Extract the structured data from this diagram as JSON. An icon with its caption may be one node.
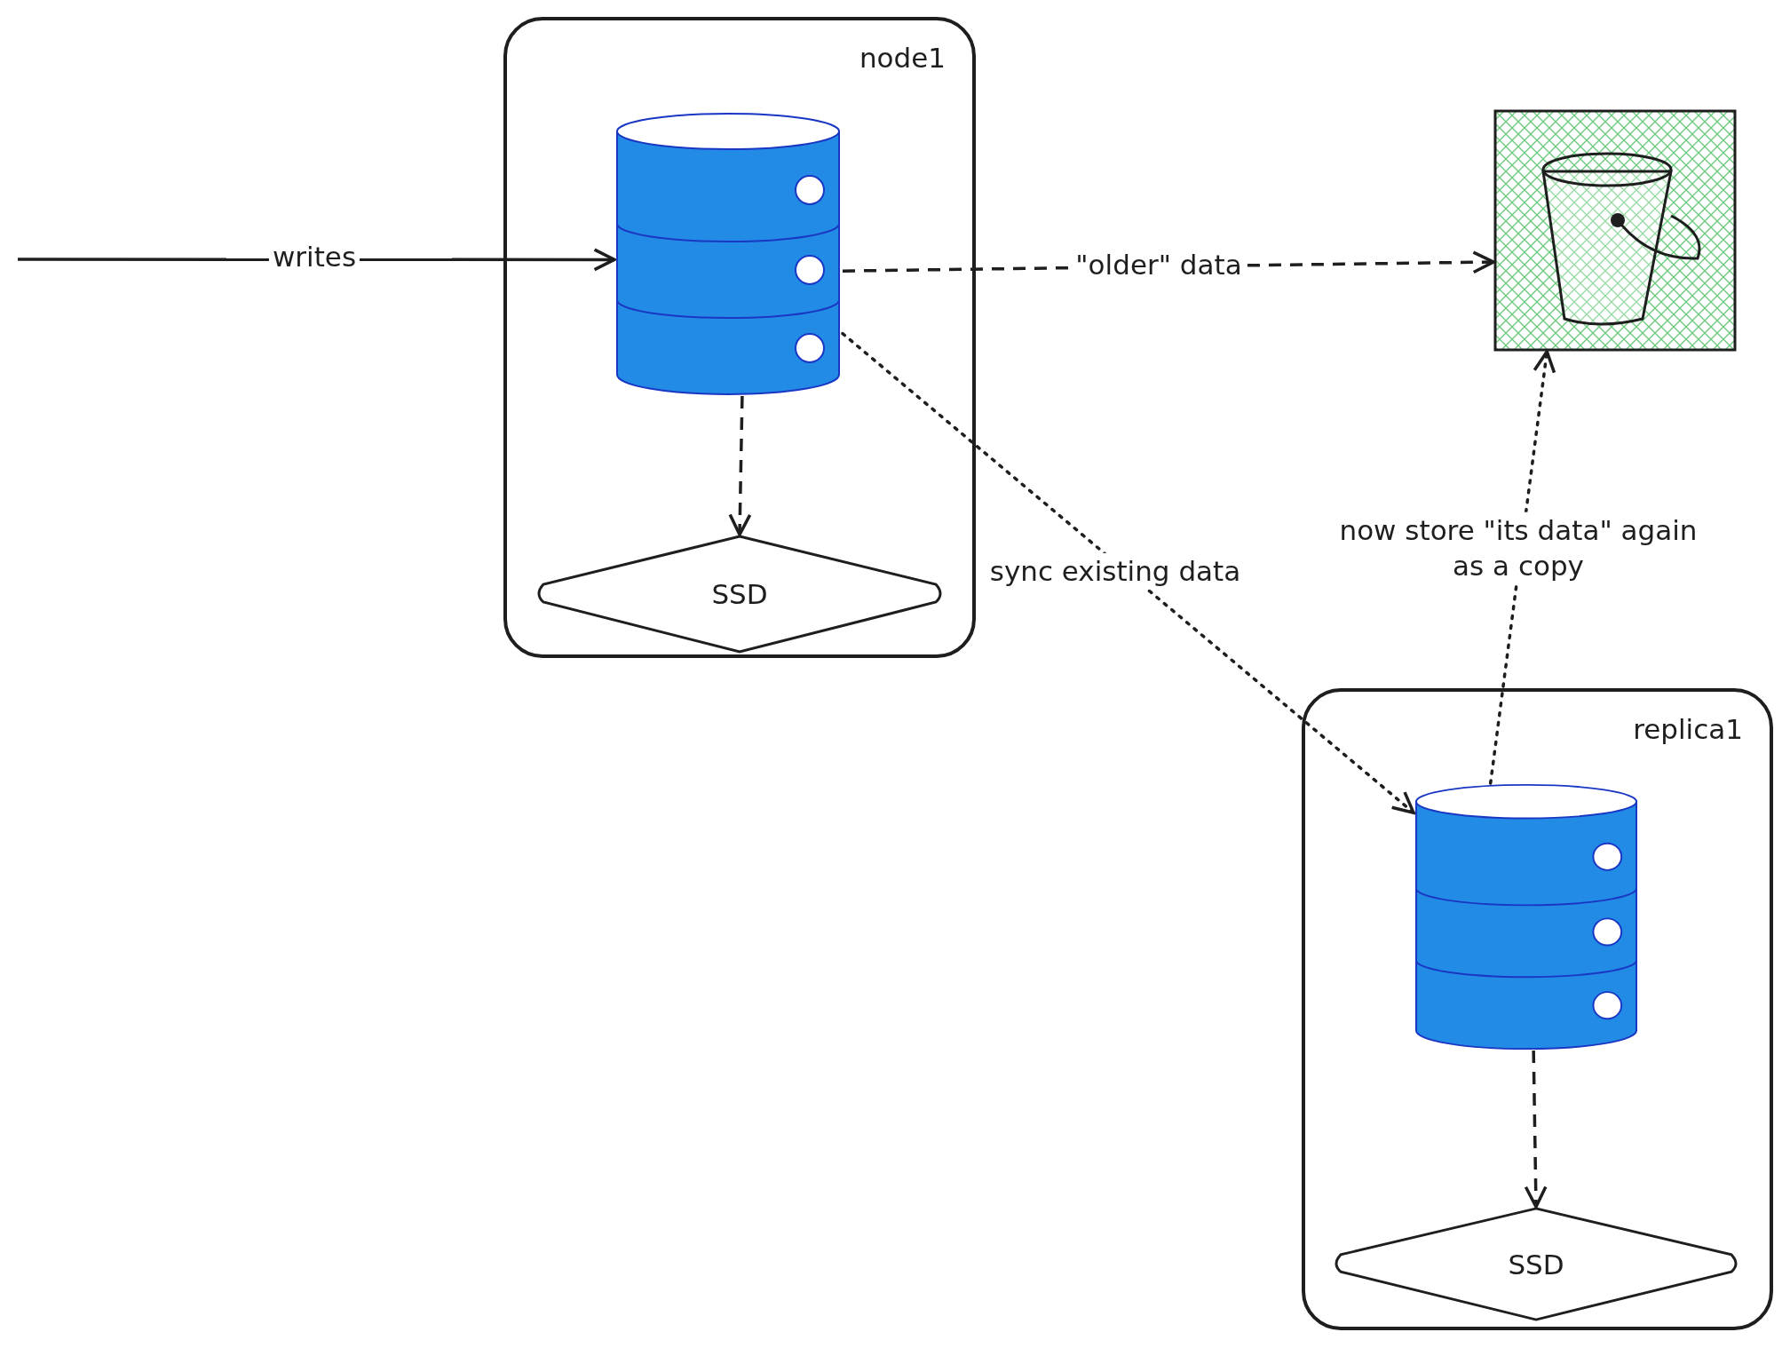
{
  "diagram": {
    "nodes": [
      {
        "text": [
          "node1"
        ]
      },
      {
        "text": [],
        "shape": "cylinder",
        "in": 0
      },
      {
        "text": [
          "SSD"
        ],
        "in": 0
      },
      {
        "text": [],
        "shape": "picture"
      },
      {
        "text": [
          "replica1"
        ]
      },
      {
        "text": [],
        "shape": "cylinder",
        "in": 4
      },
      {
        "text": [
          "SSD"
        ],
        "in": 4
      }
    ],
    "edges": [
      {
        "from": null,
        "to": 1,
        "arrow": "to",
        "label": "writes"
      },
      {
        "from": 1,
        "to": 2,
        "arrow": "to",
        "style": "dashed"
      },
      {
        "from": 1,
        "to": 3,
        "arrow": "to",
        "style": "dashed",
        "label": "\"older\" data"
      },
      {
        "from": 1,
        "to": 5,
        "arrow": "to",
        "style": "dashed",
        "label": "sync existing data"
      },
      {
        "from": 5,
        "to": 3,
        "arrow": "to",
        "style": "dashed",
        "label": "now store \"its data\" again as a copy"
      },
      {
        "from": 5,
        "to": 6,
        "arrow": "to",
        "style": "dashed"
      }
    ]
  }
}
